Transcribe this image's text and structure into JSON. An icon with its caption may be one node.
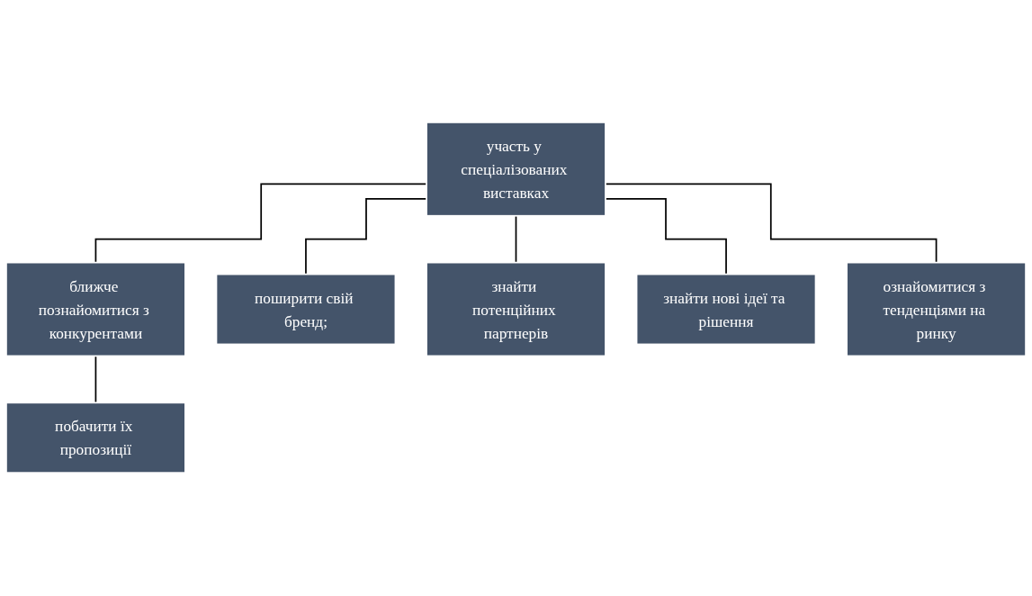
{
  "diagram": {
    "nodes": [
      {
        "text": [
          "участь у спеціалізованих виставках"
        ]
      },
      {
        "text": [
          "ближче познайомитися з конкурентами"
        ]
      },
      {
        "text": [
          "побачити їх пропозиції"
        ]
      },
      {
        "text": [
          "поширити свій бренд;"
        ]
      },
      {
        "text": [
          "знайти потенційних партнерів"
        ]
      },
      {
        "text": [
          "знайти нові ідеї та рішення"
        ]
      },
      {
        "text": [
          "ознайомитися з тенденціями на ринку"
        ]
      }
    ],
    "edges": [
      {
        "from": 0,
        "to": 1,
        "arrow": "none"
      },
      {
        "from": 1,
        "to": 2,
        "arrow": "none"
      },
      {
        "from": 0,
        "to": 3,
        "arrow": "none"
      },
      {
        "from": 0,
        "to": 4,
        "arrow": "none"
      },
      {
        "from": 0,
        "to": 5,
        "arrow": "none"
      },
      {
        "from": 0,
        "to": 6,
        "arrow": "none"
      }
    ]
  }
}
